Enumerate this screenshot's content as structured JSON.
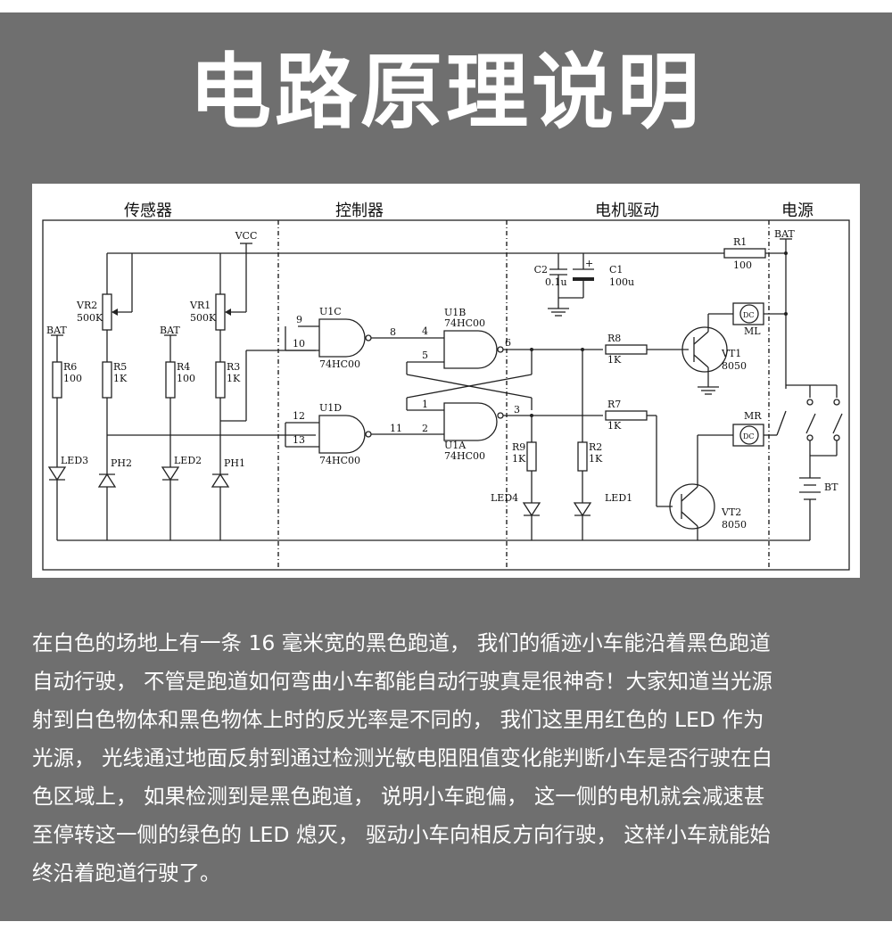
{
  "title": "电路原理说明",
  "sections": {
    "sensor": "传感器",
    "controller": "控制器",
    "motor_drive": "电机驱动",
    "power": "电源"
  },
  "labels": {
    "vcc": "VCC",
    "bat_top": "BAT",
    "bat_left1": "BAT",
    "bat_left2": "BAT",
    "r1": "R1",
    "r1_val": "100",
    "r2": "R2",
    "r2_val": "1K",
    "r3": "R3",
    "r3_val": "1K",
    "r4": "R4",
    "r4_val": "100",
    "r5": "R5",
    "r5_val": "1K",
    "r6": "R6",
    "r6_val": "100",
    "r7": "R7",
    "r7_val": "1K",
    "r8": "R8",
    "r8_val": "1K",
    "r9": "R9",
    "r9_val": "1K",
    "vr1": "VR1",
    "vr1_val": "500K",
    "vr2": "VR2",
    "vr2_val": "500K",
    "c1": "C1",
    "c1_val": "100u",
    "c2": "C2",
    "c2_val": "0.1u",
    "u1a": "U1A",
    "u1a_chip": "74HC00",
    "u1b": "U1B",
    "u1b_chip": "74HC00",
    "u1c": "U1C",
    "u1c_chip": "74HC00",
    "u1d": "U1D",
    "u1d_chip": "74HC00",
    "vt1": "VT1",
    "vt1_type": "8050",
    "vt2": "VT2",
    "vt2_type": "8050",
    "ml": "ML",
    "mr": "MR",
    "dc1": "DC",
    "dc2": "DC",
    "led1": "LED1",
    "led2": "LED2",
    "led3": "LED3",
    "led4": "LED4",
    "ph1": "PH1",
    "ph2": "PH2",
    "bt": "BT",
    "pin1": "1",
    "pin2": "2",
    "pin3": "3",
    "pin4": "4",
    "pin5": "5",
    "pin6": "6",
    "pin8": "8",
    "pin9": "9",
    "pin10": "10",
    "pin11": "11",
    "pin12": "12",
    "pin13": "13"
  },
  "description_lines": [
    "在白色的场地上有一条 16 毫米宽的黑色跑道， 我们的循迹小车能沿着黑色跑道",
    "自动行驶， 不管是跑道如何弯曲小车都能自动行驶真是很神奇！大家知道当光源",
    "射到白色物体和黑色物体上时的反光率是不同的， 我们这里用红色的 LED 作为",
    "光源， 光线通过地面反射到通过检测光敏电阻阻值变化能判断小车是否行驶在白",
    "色区域上， 如果检测到是黑色跑道， 说明小车跑偏， 这一侧的电机就会减速甚",
    "至停转这一侧的绿色的 LED 熄灭， 驱动小车向相反方向行驶， 这样小车就能始",
    "终沿着跑道行驶了。"
  ],
  "colors": {
    "panel": "#6f6f6f",
    "text": "#ffffff",
    "ink": "#222222"
  }
}
